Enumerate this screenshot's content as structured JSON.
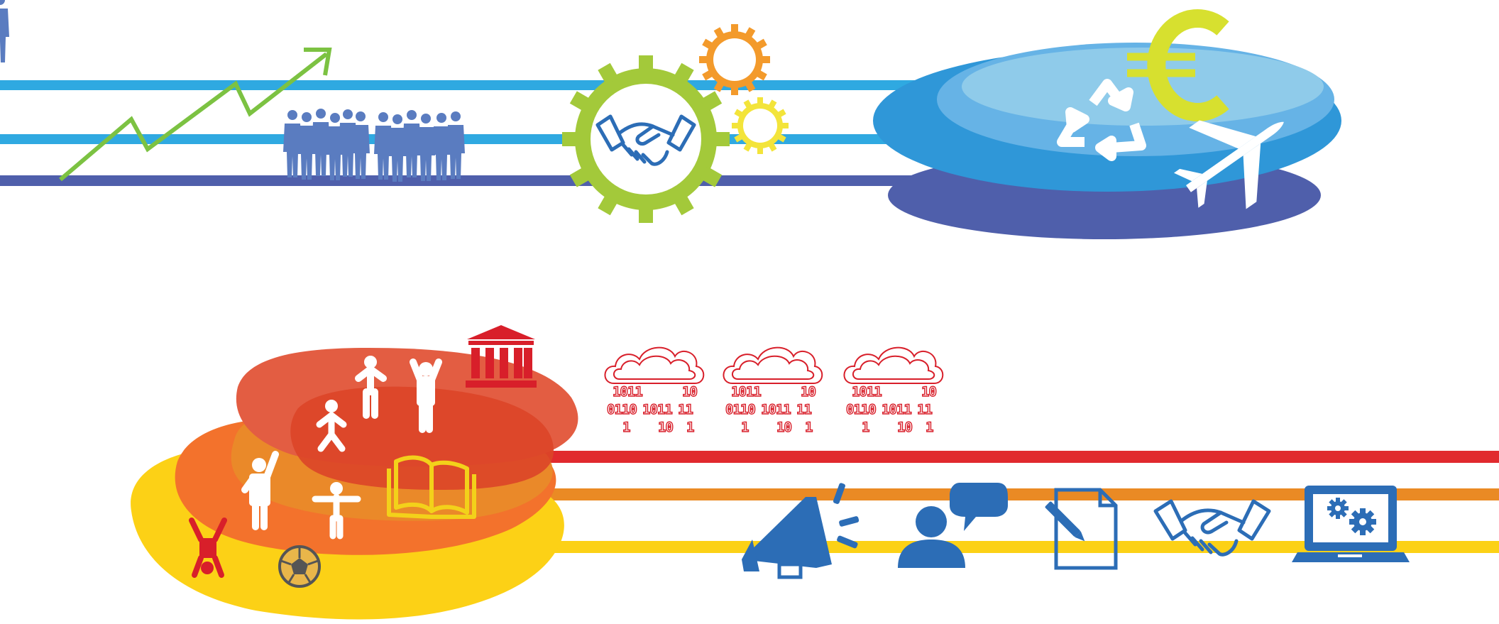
{
  "colors": {
    "stripe_light_blue": "#2fa9e1",
    "stripe_dark_blue": "#4f5fab",
    "growth_green": "#7cc242",
    "people_blue": "#5a7cc0",
    "gear_green": "#a3c93a",
    "gear_orange": "#f39a2b",
    "gear_yellow": "#f3e43a",
    "icon_blue": "#2c6db6",
    "euro_lime": "#d7e02f",
    "stripe_red": "#e12a2e",
    "stripe_orange": "#ea8a24",
    "stripe_yellow": "#fcd116",
    "building_red": "#d81f2a"
  },
  "binary_clouds": [
    {
      "rows": [
        "1011",
        "10",
        "0110",
        "1011",
        "11",
        "1",
        "10",
        "1"
      ]
    },
    {
      "rows": [
        "1011",
        "10",
        "0110",
        "1011",
        "11",
        "1",
        "10",
        "1"
      ]
    },
    {
      "rows": [
        "1011",
        "10",
        "0110",
        "1011",
        "11",
        "1",
        "10",
        "1"
      ]
    }
  ],
  "icons": [
    "growth-arrow-icon",
    "business-people-icon",
    "handshake-gear-icon",
    "small-gear-icon",
    "euro-icon",
    "recycle-icon",
    "airplane-icon",
    "courthouse-icon",
    "person-icon",
    "open-book-icon",
    "football-icon",
    "cartwheel-icon",
    "binary-cloud-icon",
    "megaphone-icon",
    "chat-person-icon",
    "document-pencil-icon",
    "handshake-icon",
    "laptop-gears-icon"
  ]
}
